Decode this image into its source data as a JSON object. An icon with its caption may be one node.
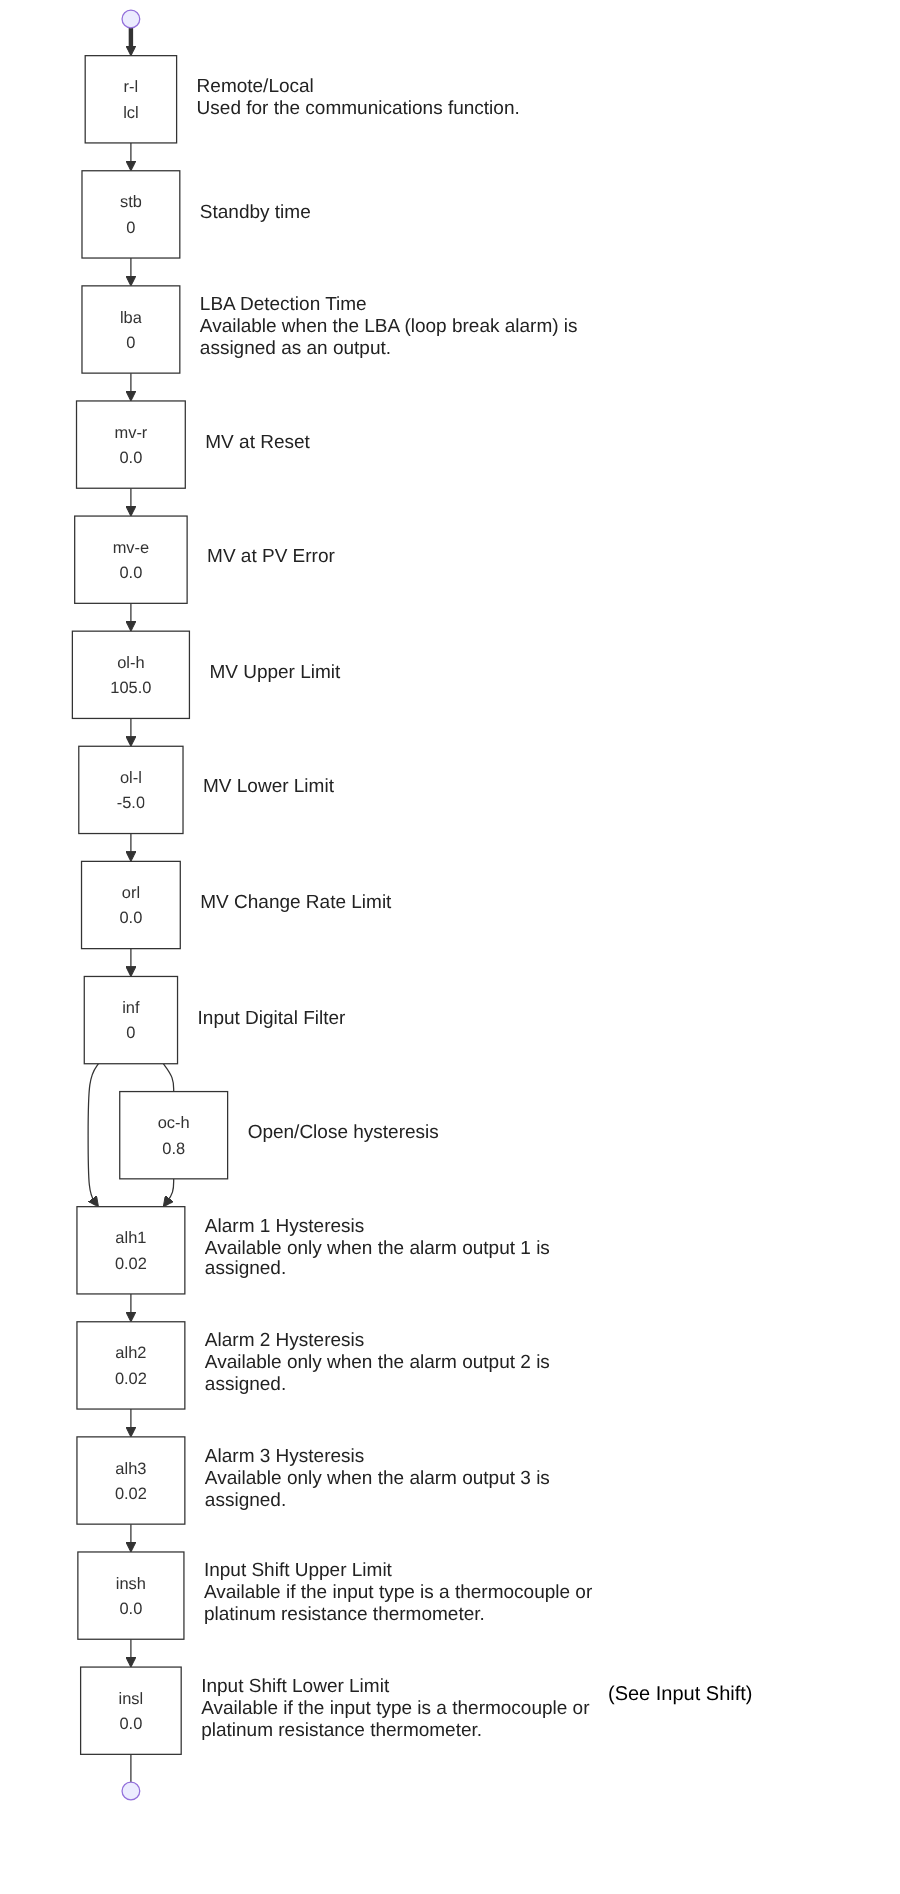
{
  "diagram": {
    "nodes": [
      {
        "text": [
          "r-l",
          "lcl"
        ],
        "beside": [
          "Remote/Local",
          "Used for the communications function."
        ]
      },
      {
        "text": [
          "stb",
          "0"
        ],
        "beside": [
          "Standby time"
        ]
      },
      {
        "text": [
          "lba",
          "0"
        ],
        "beside": [
          "LBA Detection Time",
          "Available when the LBA (loop break alarm) is assigned as an output."
        ]
      },
      {
        "text": [
          "mv-r",
          "0.0"
        ],
        "beside": [
          "MV at Reset"
        ]
      },
      {
        "text": [
          "mv-e",
          "0.0"
        ],
        "beside": [
          "MV at PV Error"
        ]
      },
      {
        "text": [
          "ol-h",
          "105.0"
        ],
        "beside": [
          "MV Upper Limit"
        ]
      },
      {
        "text": [
          "ol-l",
          "-5.0"
        ],
        "beside": [
          "MV Lower Limit"
        ]
      },
      {
        "text": [
          "orl",
          "0.0"
        ],
        "beside": [
          "MV Change Rate Limit"
        ]
      },
      {
        "text": [
          "inf",
          "0"
        ],
        "beside": [
          "Input Digital Filter"
        ]
      },
      {
        "text": [
          "oc-h",
          "0.8"
        ],
        "beside": [
          "Open/Close hysteresis"
        ]
      },
      {
        "text": [
          "alh1",
          "0.02"
        ],
        "beside": [
          "Alarm 1 Hysteresis",
          "Available only when the alarm output 1 is assigned."
        ]
      },
      {
        "text": [
          "alh2",
          "0.02"
        ],
        "beside": [
          "Alarm 2 Hysteresis",
          "Available only when the alarm output 2 is assigned."
        ]
      },
      {
        "text": [
          "alh3",
          "0.02"
        ],
        "beside": [
          "Alarm 3 Hysteresis",
          "Available only when the alarm output 3 is assigned."
        ]
      },
      {
        "text": [
          "insh",
          "0.0"
        ],
        "beside": [
          "Input Shift Upper Limit",
          "Available if the input type is a thermocouple or platinum resistance thermometer."
        ]
      },
      {
        "text": [
          "insl",
          "0.0"
        ],
        "beside": [
          "Input Shift Lower Limit",
          "Available if the input type is a thermocouple or platinum resistance thermometer."
        ]
      }
    ],
    "edges": [
      {
        "from": null,
        "to": 0,
        "arrow": "to",
        "style": "thick"
      },
      {
        "from": 0,
        "to": 1,
        "arrow": "to"
      },
      {
        "from": 1,
        "to": 2,
        "arrow": "to"
      },
      {
        "from": 2,
        "to": 3,
        "arrow": "to"
      },
      {
        "from": 3,
        "to": 4,
        "arrow": "to"
      },
      {
        "from": 4,
        "to": 5,
        "arrow": "to"
      },
      {
        "from": 5,
        "to": 6,
        "arrow": "to"
      },
      {
        "from": 6,
        "to": 7,
        "arrow": "to"
      },
      {
        "from": 7,
        "to": 8,
        "arrow": "to"
      },
      {
        "from": 8,
        "to": 9,
        "arrow": "none"
      },
      {
        "from": 8,
        "to": 10,
        "arrow": "to"
      },
      {
        "from": 9,
        "to": 10,
        "arrow": "to"
      },
      {
        "from": 10,
        "to": 11,
        "arrow": "to"
      },
      {
        "from": 11,
        "to": 12,
        "arrow": "to"
      },
      {
        "from": 12,
        "to": 13,
        "arrow": "to"
      },
      {
        "from": 13,
        "to": 14,
        "arrow": "to"
      },
      {
        "from": 14,
        "to": null,
        "arrow": "none"
      }
    ],
    "labels": [
      "(See Input Shift)"
    ]
  }
}
